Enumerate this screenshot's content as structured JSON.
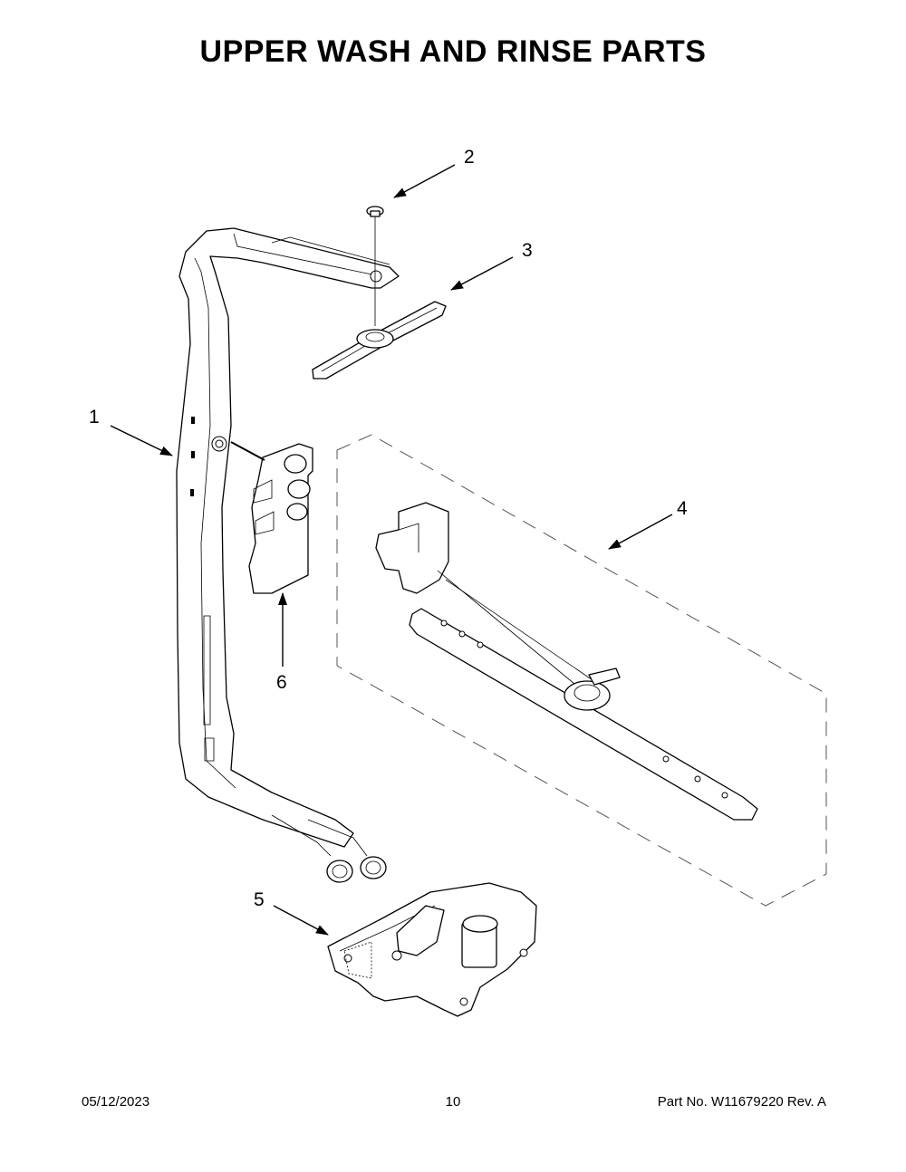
{
  "title": "UPPER WASH AND RINSE PARTS",
  "callouts": [
    "1",
    "2",
    "3",
    "4",
    "5",
    "6"
  ],
  "footer": {
    "date": "05/12/2023",
    "page": "10",
    "part_info": "Part No.  W11679220  Rev.  A"
  }
}
